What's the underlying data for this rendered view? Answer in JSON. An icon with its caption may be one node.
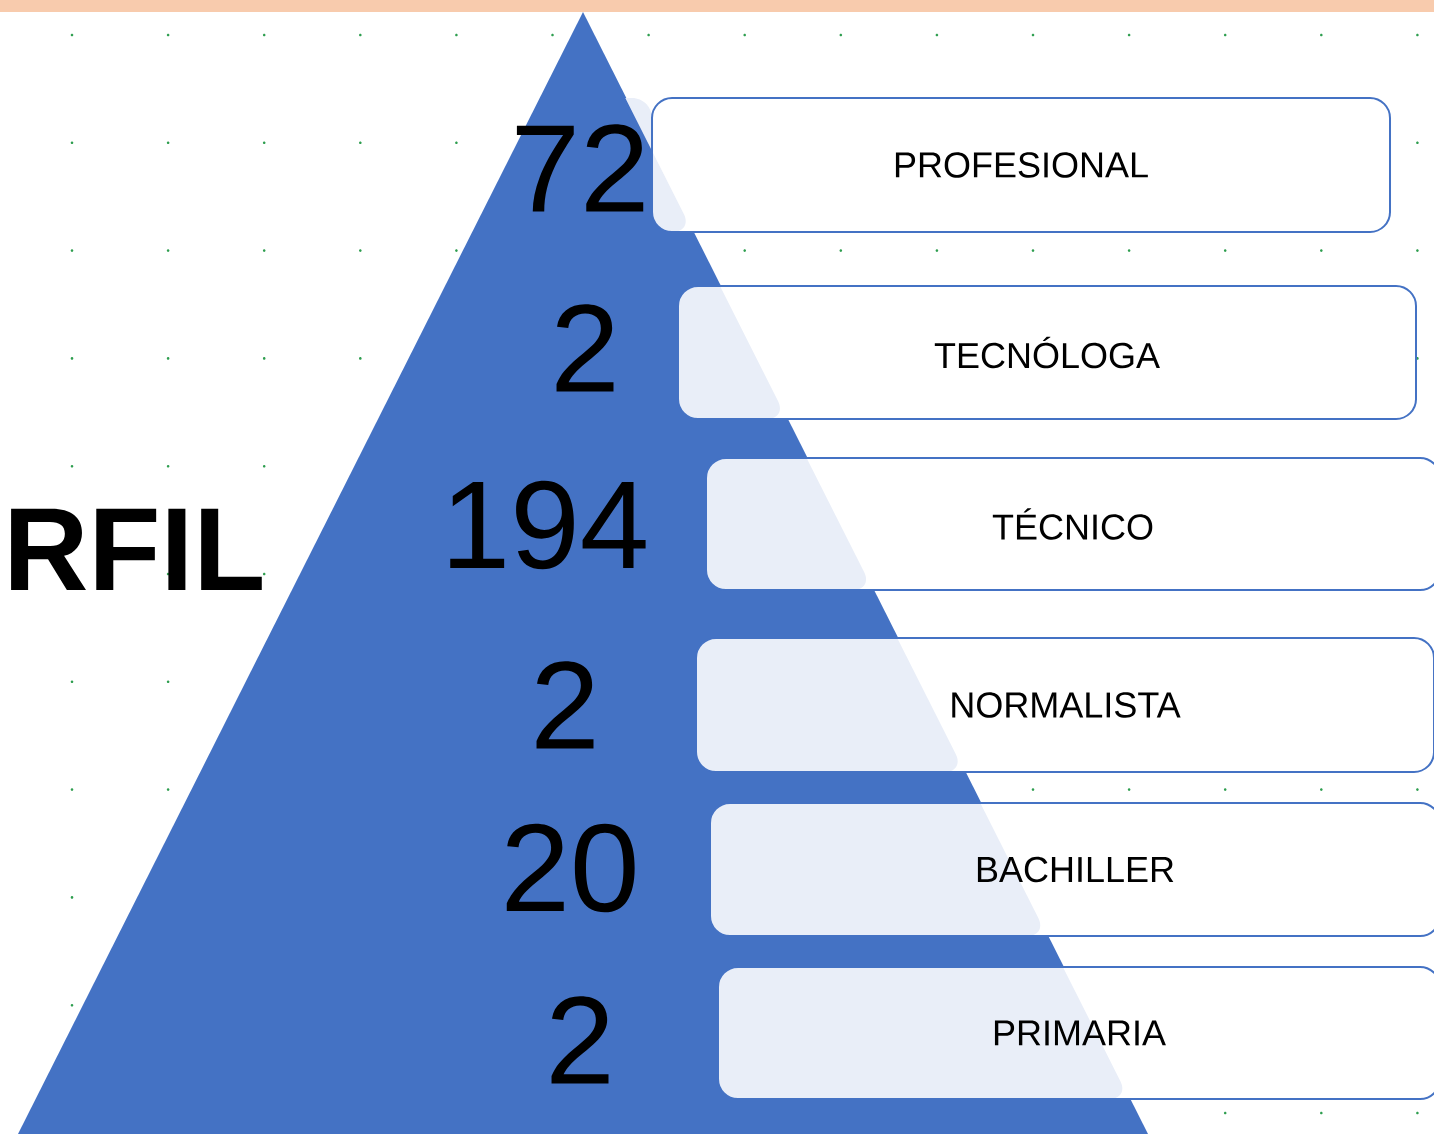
{
  "diagram": {
    "nodes": [
      {
        "text": [
          "PROFESIONAL"
        ],
        "beside": [
          "72"
        ]
      },
      {
        "text": [
          "TECNÓLOGA"
        ],
        "beside": [
          "2"
        ]
      },
      {
        "text": [
          "TÉCNICO"
        ],
        "beside": [
          "194"
        ]
      },
      {
        "text": [
          "NORMALISTA"
        ],
        "beside": [
          "2"
        ]
      },
      {
        "text": [
          "BACHILLER"
        ],
        "beside": [
          "20"
        ]
      },
      {
        "text": [
          "PRIMARIA"
        ],
        "beside": [
          "2"
        ]
      }
    ],
    "labels": [
      "RFIL"
    ]
  }
}
